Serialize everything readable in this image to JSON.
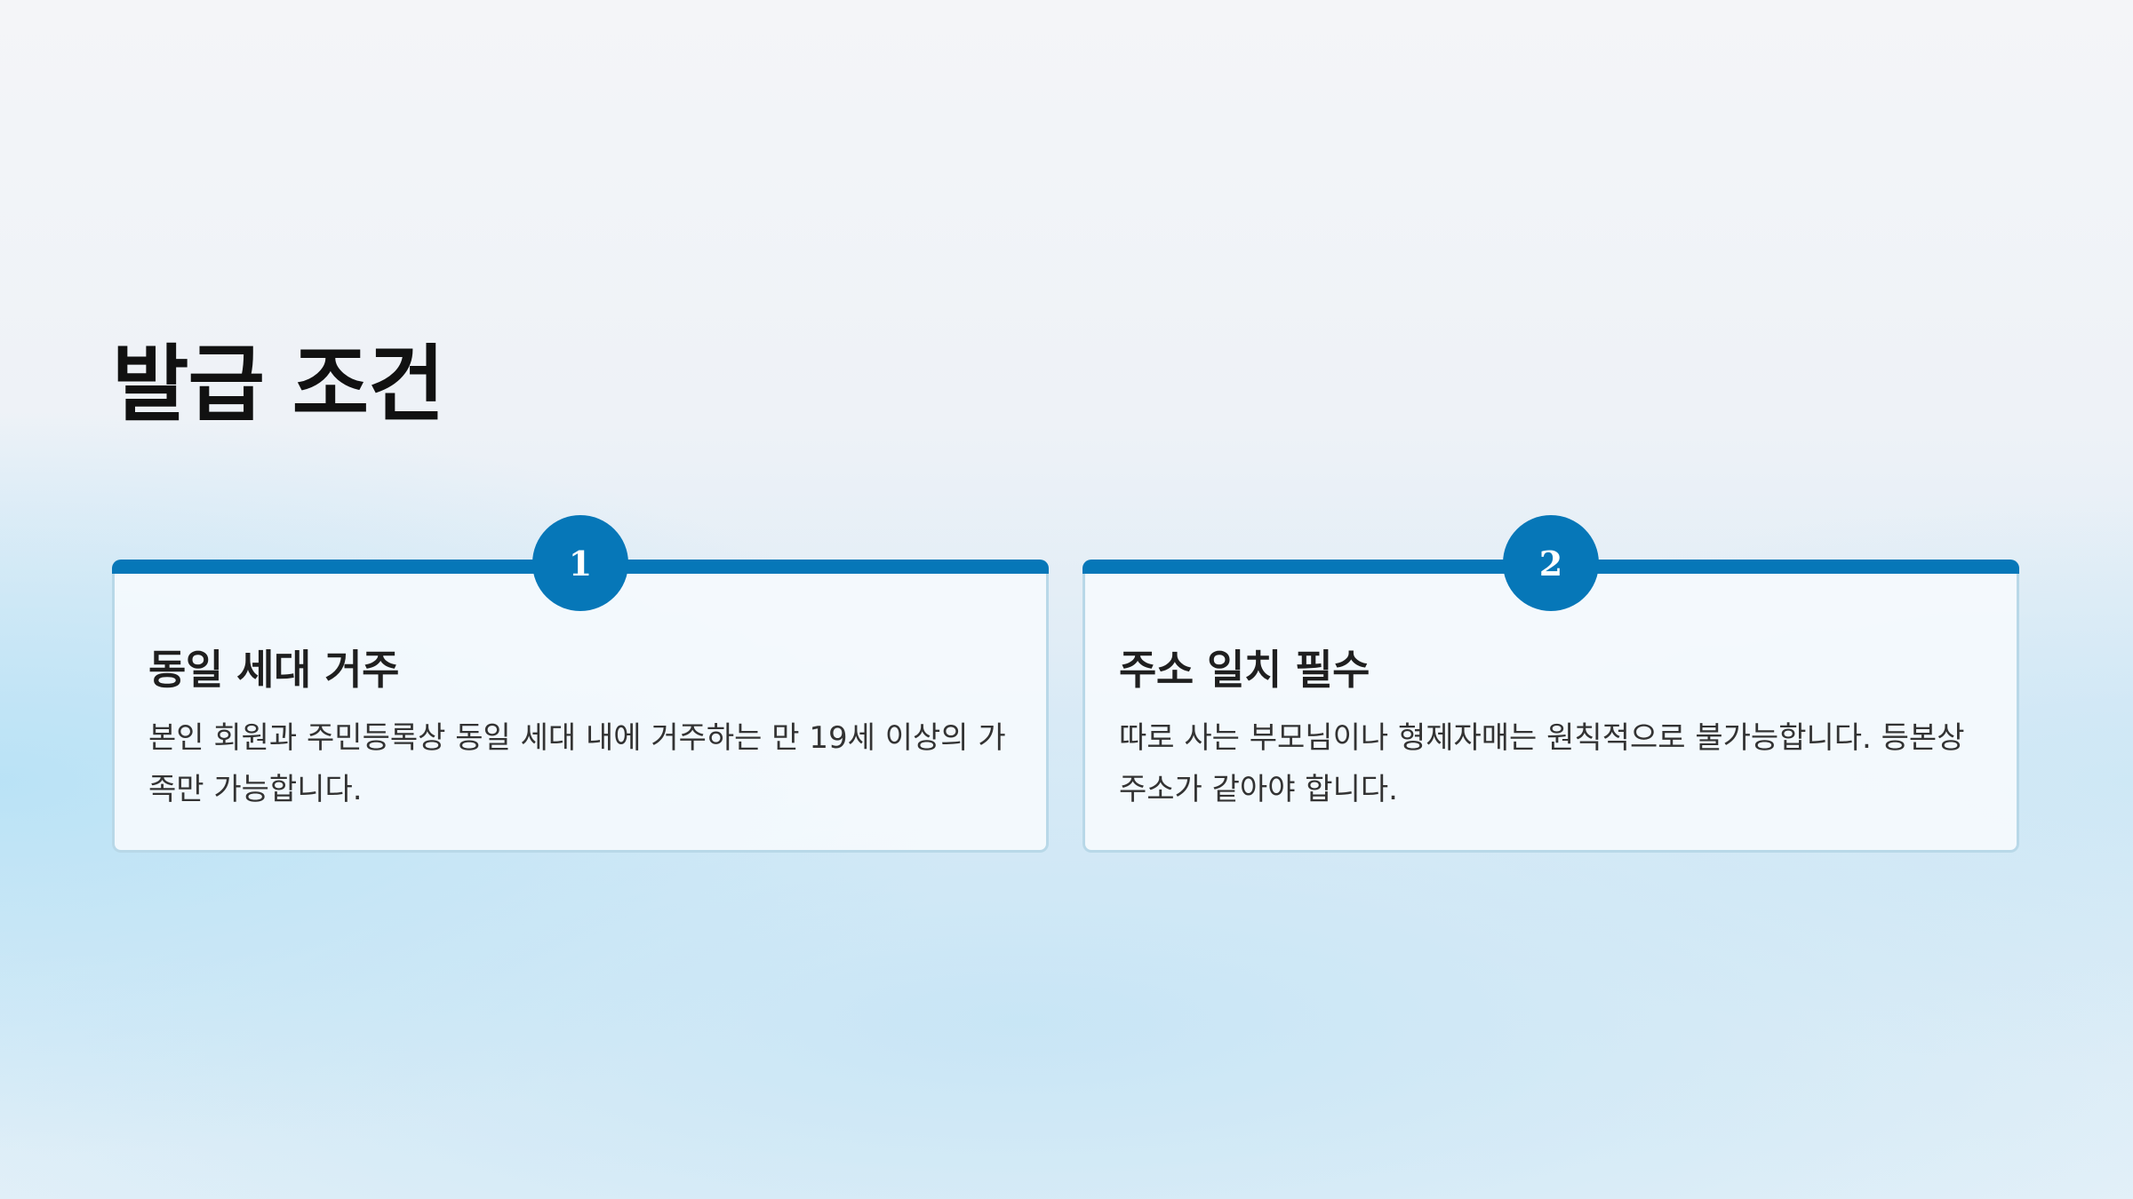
{
  "slide": {
    "title": "발급 조건"
  },
  "cards": [
    {
      "number": "1",
      "heading": "동일 세대 거주",
      "body": "본인 회원과 주민등록상 동일 세대 내에 거주하는 만 19세 이상의 가족만 가능합니다."
    },
    {
      "number": "2",
      "heading": "주소 일치 필수",
      "body": "따로 사는 부모님이나 형제자매는 원칙적으로 불가능합니다. 등본상 주소가 같아야 합니다."
    }
  ],
  "colors": {
    "accent": "#0677b8",
    "card_border": "#b8d8e8",
    "title_text": "#111111",
    "body_text": "#333333"
  }
}
